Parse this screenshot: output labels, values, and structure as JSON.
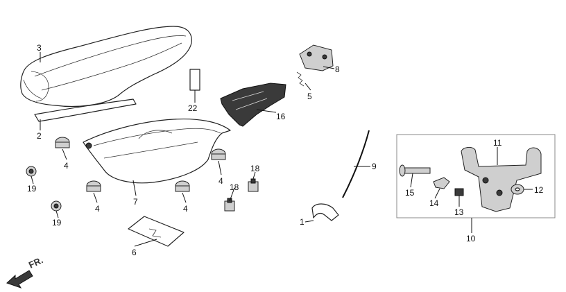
{
  "diagram": {
    "direction_label": "FR.",
    "callouts": [
      {
        "id": "c1",
        "text": "1"
      },
      {
        "id": "c2",
        "text": "2"
      },
      {
        "id": "c3",
        "text": "3"
      },
      {
        "id": "c4a",
        "text": "4"
      },
      {
        "id": "c4b",
        "text": "4"
      },
      {
        "id": "c4c",
        "text": "4"
      },
      {
        "id": "c4d",
        "text": "4"
      },
      {
        "id": "c5",
        "text": "5"
      },
      {
        "id": "c6",
        "text": "6"
      },
      {
        "id": "c7",
        "text": "7"
      },
      {
        "id": "c8",
        "text": "8"
      },
      {
        "id": "c9",
        "text": "9"
      },
      {
        "id": "c10",
        "text": "10"
      },
      {
        "id": "c11",
        "text": "11"
      },
      {
        "id": "c12",
        "text": "12"
      },
      {
        "id": "c13",
        "text": "13"
      },
      {
        "id": "c14",
        "text": "14"
      },
      {
        "id": "c15",
        "text": "15"
      },
      {
        "id": "c16",
        "text": "16"
      },
      {
        "id": "c18a",
        "text": "18"
      },
      {
        "id": "c18b",
        "text": "18"
      },
      {
        "id": "c19a",
        "text": "19"
      },
      {
        "id": "c19b",
        "text": "19"
      },
      {
        "id": "c22",
        "text": "22"
      }
    ]
  }
}
